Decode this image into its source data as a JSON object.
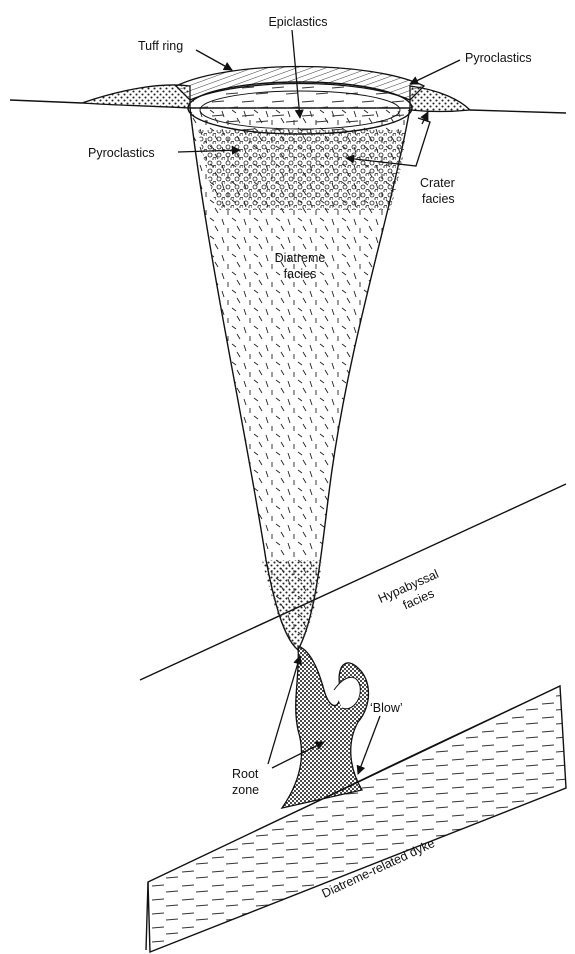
{
  "labels": {
    "epiclastics": "Epiclastics",
    "tuff_ring": "Tuff ring",
    "pyroclastics_top": "Pyroclastics",
    "pyroclastics_left": "Pyroclastics",
    "crater_facies_1": "Crater",
    "crater_facies_2": "facies",
    "diatreme_facies_1": "Diatreme",
    "diatreme_facies_2": "facies",
    "hypabyssal_facies_1": "Hypabyssal",
    "hypabyssal_facies_2": "facies",
    "blow": "‘Blow’",
    "root_zone_1": "Root",
    "root_zone_2": "zone",
    "dyke": "Diatreme-related dyke"
  }
}
